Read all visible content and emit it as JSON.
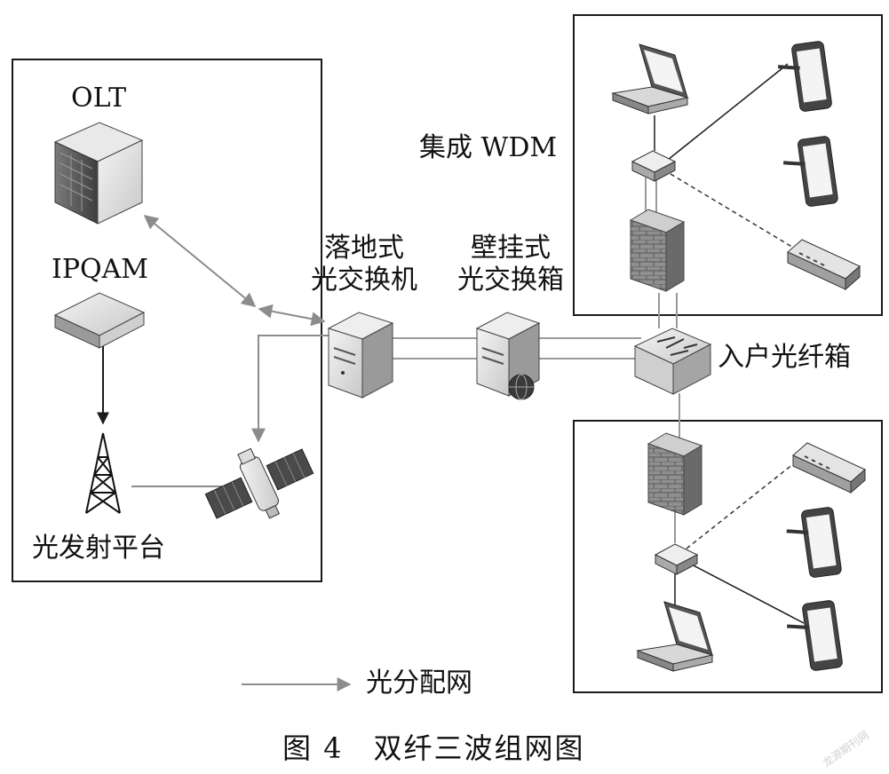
{
  "labels": {
    "olt": "OLT",
    "ipqam": "IPQAM",
    "optical_tx_platform": "光发射平台",
    "floor_switch_line1": "落地式",
    "floor_switch_line2": "光交换机",
    "wall_box_line1": "壁挂式",
    "wall_box_line2": "光交换箱",
    "integrated_wdm": "集成 WDM",
    "home_fiber_box": "入户光纤箱",
    "legend_odn": "光分配网",
    "figure_caption": "图 4　双纤三波组网图",
    "watermark": "龙源期刊网"
  },
  "colors": {
    "line_dark": "#1a1a1a",
    "line_gray": "#8c8c8c",
    "device_light": "#e8e8e8",
    "device_mid": "#b8b8b8",
    "device_dark": "#555555"
  }
}
